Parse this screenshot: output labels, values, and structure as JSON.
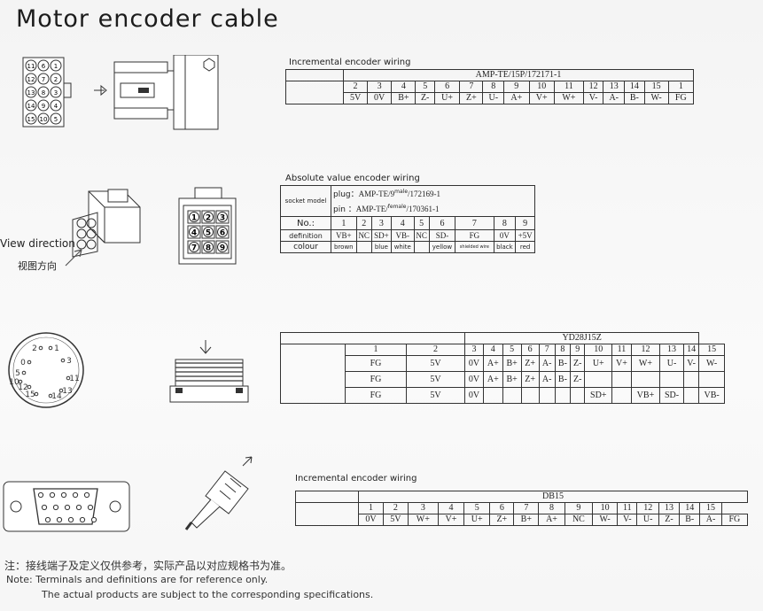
{
  "title": "Motor encoder cable",
  "section1": {
    "caption": "Incremental encoder wiring",
    "header": "AMP-TE/15P/172171-1",
    "pins": [
      "2",
      "3",
      "4",
      "5",
      "6",
      "7",
      "8",
      "9",
      "10",
      "11",
      "12",
      "13",
      "14",
      "15",
      "1"
    ],
    "signals": [
      "5V",
      "0V",
      "B+",
      "Z-",
      "U+",
      "Z+",
      "U-",
      "A+",
      "V+",
      "W+",
      "V-",
      "A-",
      "B-",
      "W-",
      "FG"
    ],
    "connector_pins": [
      "11",
      "6",
      "1",
      "12",
      "7",
      "2",
      "13",
      "8",
      "3",
      "14",
      "9",
      "4",
      "15",
      "10",
      "5"
    ]
  },
  "section2": {
    "caption": "Absolute value encoder wiring",
    "socket_model_label": "socket model",
    "plug_line": {
      "prefix": "plug：",
      "model": "AMP-TE/9",
      "sup": "male",
      "suffix": "/172169-1"
    },
    "pin_line": {
      "prefix": "pin ：",
      "model": "AMP-TE/",
      "sup": "female",
      "suffix": "/170361-1"
    },
    "row_labels": [
      "No.:",
      "definition",
      "colour"
    ],
    "numbers": [
      "1",
      "2",
      "3",
      "4",
      "5",
      "6",
      "7",
      "8",
      "9"
    ],
    "definitions": [
      "VB+",
      "NC",
      "SD+",
      "VB-",
      "NC",
      "SD-",
      "FG",
      "0V",
      "+5V"
    ],
    "colours": [
      "brown",
      "",
      "blue",
      "white",
      "",
      "yellow",
      "shielded wire",
      "black",
      "red"
    ],
    "view_direction_en": "View direction",
    "view_direction_zh": "视图方向",
    "connector_pins": [
      "1",
      "2",
      "3",
      "4",
      "5",
      "6",
      "7",
      "8",
      "9"
    ]
  },
  "section3": {
    "header": "YD28J15Z",
    "pins": [
      "1",
      "2",
      "3",
      "4",
      "5",
      "6",
      "7",
      "8",
      "9",
      "10",
      "11",
      "12",
      "13",
      "14",
      "15"
    ],
    "rows": [
      [
        "FG",
        "5V",
        "0V",
        "A+",
        "B+",
        "Z+",
        "A-",
        "B-",
        "Z-",
        "U+",
        "V+",
        "W+",
        "U-",
        "V-",
        "W-"
      ],
      [
        "FG",
        "5V",
        "0V",
        "A+",
        "B+",
        "Z+",
        "A-",
        "B-",
        "Z-",
        "",
        "",
        "",
        "",
        "",
        ""
      ],
      [
        "FG",
        "5V",
        "0V",
        "",
        "",
        "",
        "",
        "",
        "",
        "SD+",
        "",
        "VB+",
        "SD-",
        "",
        "VB-"
      ]
    ],
    "connector_labels": [
      "2",
      "1",
      "0",
      "3",
      "5",
      "10",
      "11",
      "12",
      "13",
      "15",
      "14"
    ]
  },
  "section4": {
    "caption": "Incremental encoder wiring",
    "header": "DB15",
    "pins": [
      "1",
      "2",
      "3",
      "4",
      "5",
      "6",
      "7",
      "8",
      "9",
      "10",
      "11",
      "12",
      "13",
      "14",
      "15"
    ],
    "signals": [
      "0V",
      "5V",
      "W+",
      "V+",
      "U+",
      "Z+",
      "B+",
      "A+",
      "NC",
      "W-",
      "V-",
      "U-",
      "Z-",
      "B-",
      "A-",
      "FG"
    ]
  },
  "notes": {
    "zh": "注：接线端子及定义仅供参考，实际产品以对应规格书为准。",
    "en1": "Note: Terminals and definitions are for reference only.",
    "en2": "The actual products are subject to the corresponding specifications."
  }
}
